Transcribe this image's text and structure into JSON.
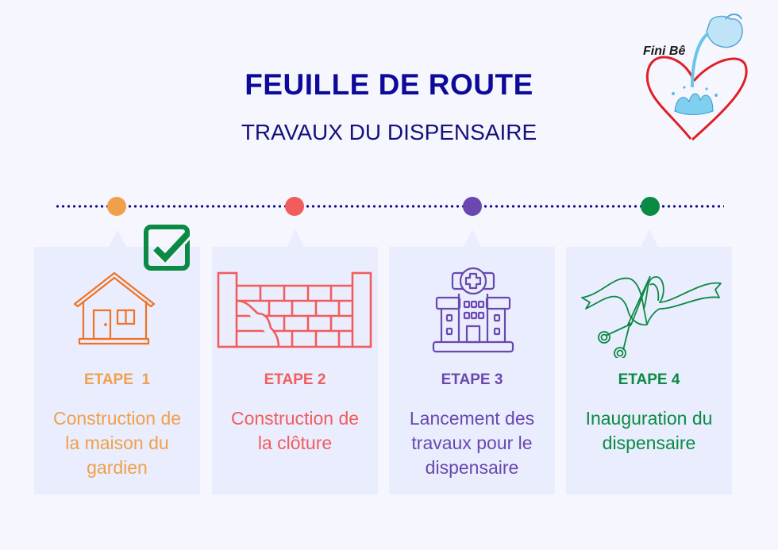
{
  "header": {
    "title": "FEUILLE DE ROUTE",
    "subtitle": "TRAVAUX DU DISPENSAIRE",
    "logo_text": "Fini Bê"
  },
  "colors": {
    "background": "#f6f7fe",
    "title": "#0d0a9a",
    "timeline": "#0d0a8a",
    "card_bg": "#e9edfd",
    "step1": "#f0a04b",
    "step2": "#f25c5c",
    "step3": "#6a48b0",
    "step4": "#0b8a44",
    "checkmark": "#0b8a44"
  },
  "steps": [
    {
      "label": "ETAPE  1",
      "description": "Construction de la maison du gardien",
      "icon": "house-icon",
      "status": "completed"
    },
    {
      "label": "ETAPE 2",
      "description": "Construction de la clôture",
      "icon": "brick-wall-icon"
    },
    {
      "label": "ETAPE 3",
      "description": "Lancement des travaux pour le dispensaire",
      "icon": "hospital-icon"
    },
    {
      "label": "ETAPE 4",
      "description": "Inauguration du dispensaire",
      "icon": "ribbon-cutting-icon"
    }
  ]
}
